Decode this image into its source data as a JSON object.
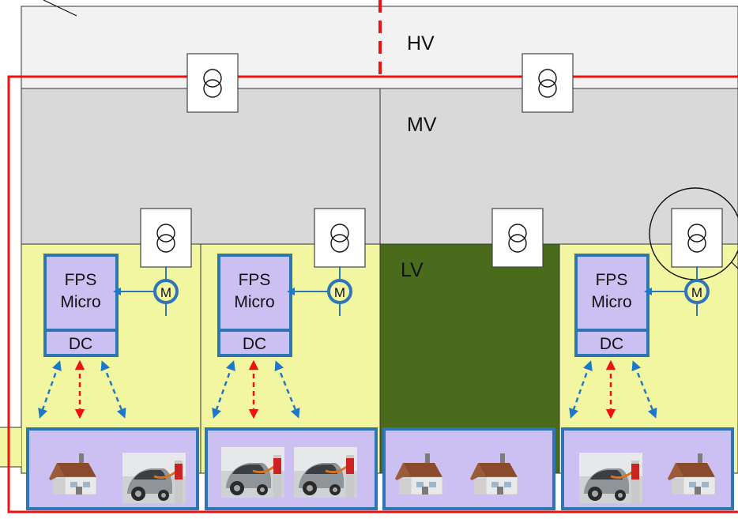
{
  "levels": {
    "hv": "HV",
    "mv": "MV",
    "lv": "LV"
  },
  "controller": {
    "line1": "FPS",
    "line2": "Micro",
    "dc": "DC"
  },
  "meter_symbol": "M",
  "feeders": [
    {
      "id": 1,
      "has_controller": true,
      "loads": [
        "house",
        "ev-charger"
      ]
    },
    {
      "id": 2,
      "has_controller": true,
      "loads": [
        "ev-charger",
        "ev-charger"
      ]
    },
    {
      "id": 3,
      "has_controller": false,
      "loads": [
        "house",
        "house"
      ]
    },
    {
      "id": 4,
      "has_controller": true,
      "loads": [
        "ev-charger",
        "house"
      ]
    }
  ],
  "colors": {
    "hv_zone": "#f2f2f2",
    "mv_zone": "#d9d9d9",
    "lv_zone": "#f3f6a0",
    "lv_dark_zone": "#4b6b1c",
    "boundary_line": "#ee1111",
    "controller_fill": "#ccc0f3",
    "controller_border": "#2e75b6",
    "blue_arrow": "#1f77c8",
    "red_arrow": "#ee1111"
  },
  "icons": {
    "transformer": "transformer-icon",
    "meter": "meter-icon",
    "house": "house-icon",
    "ev": "ev-charger-icon"
  }
}
